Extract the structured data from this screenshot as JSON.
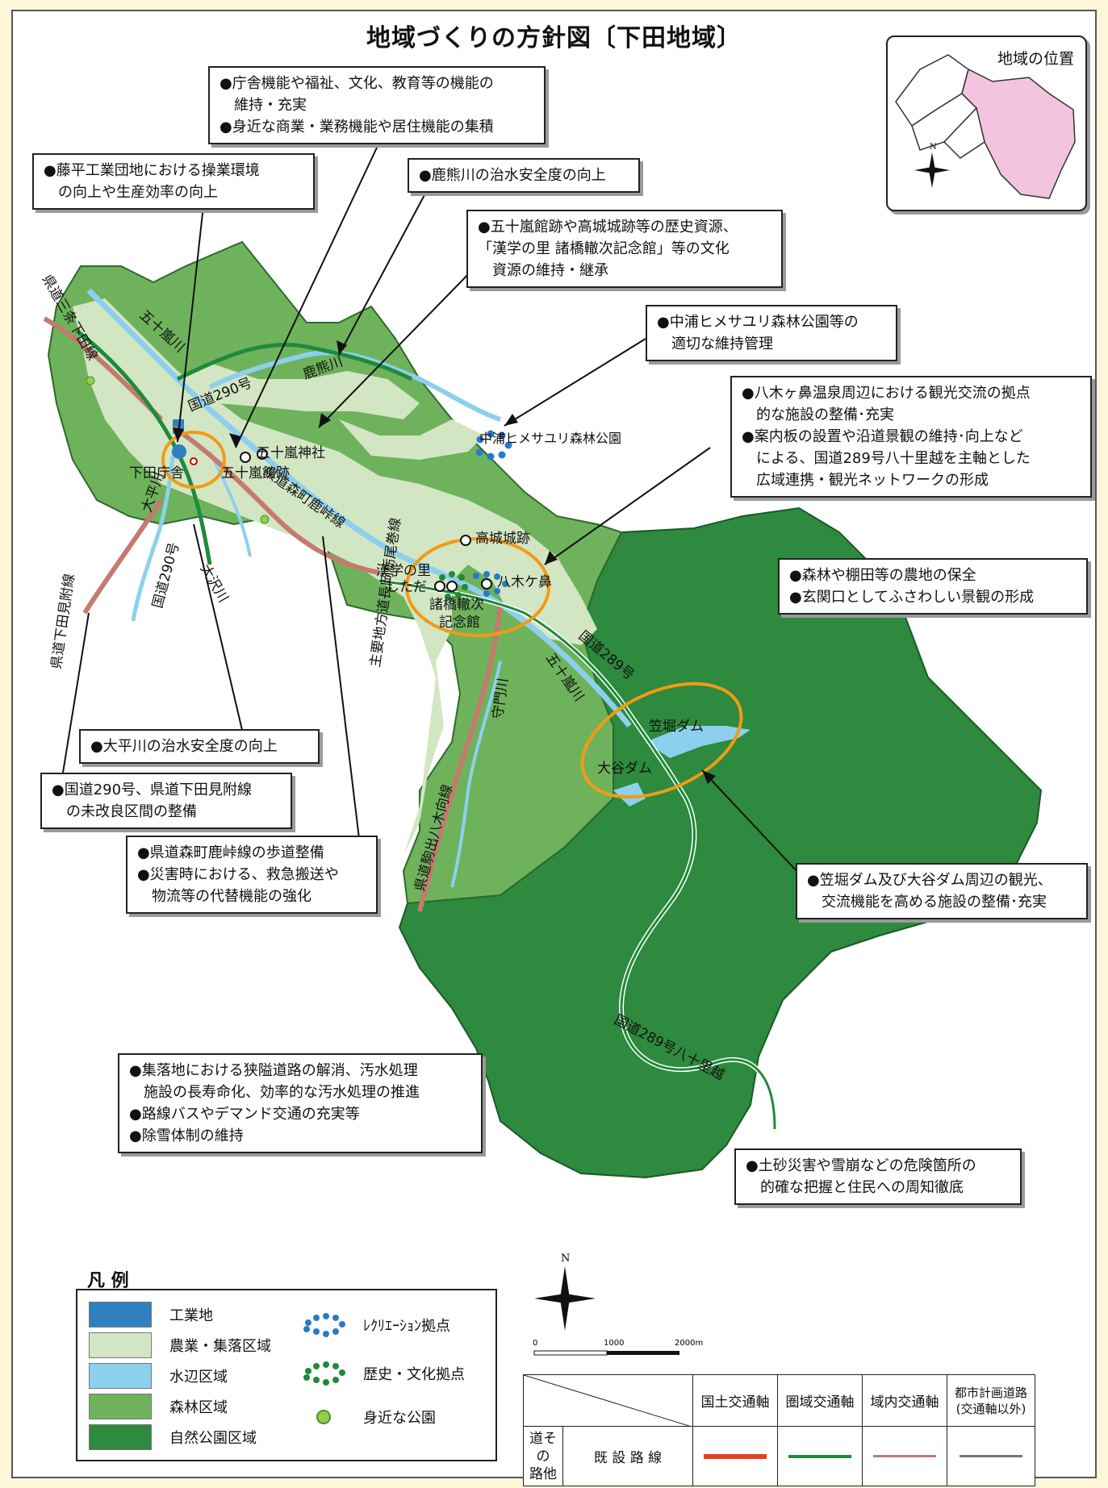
{
  "title": "地域づくりの方針図〔下田地域〕",
  "location_inset": {
    "label": "地域の位置",
    "north_symbol": "N"
  },
  "callouts": [
    {
      "id": "c1",
      "lines": [
        "●庁舎機能や福祉、文化、教育等の機能の",
        "　維持・充実",
        "●身近な商業・業務機能や居住機能の集積"
      ]
    },
    {
      "id": "c2",
      "lines": [
        "●藤平工業団地における操業環境",
        "　の向上や生産効率の向上"
      ]
    },
    {
      "id": "c3",
      "lines": [
        "●鹿熊川の治水安全度の向上"
      ]
    },
    {
      "id": "c4",
      "lines": [
        "●五十嵐館跡や高城城跡等の歴史資源、",
        "「漢学の里 諸橋轍次記念館」等の文化",
        "　資源の維持・継承"
      ]
    },
    {
      "id": "c5",
      "lines": [
        "●中浦ヒメサユリ森林公園等の",
        "　適切な維持管理"
      ]
    },
    {
      "id": "c6",
      "lines": [
        "●八木ヶ鼻温泉周辺における観光交流の拠点",
        "　的な施設の整備･充実",
        "●案内板の設置や沿道景観の維持･向上など",
        "　による、国道289号八十里越を主軸とした",
        "　広域連携・観光ネットワークの形成"
      ]
    },
    {
      "id": "c7",
      "lines": [
        "●森林や棚田等の農地の保全",
        "●玄関口としてふさわしい景観の形成"
      ]
    },
    {
      "id": "c8",
      "lines": [
        "●大平川の治水安全度の向上"
      ]
    },
    {
      "id": "c9",
      "lines": [
        "●国道290号、県道下田見附線",
        "　の未改良区間の整備"
      ]
    },
    {
      "id": "c10",
      "lines": [
        "●県道森町鹿峠線の歩道整備",
        "●災害時における、救急搬送や",
        "　物流等の代替機能の強化"
      ]
    },
    {
      "id": "c11",
      "lines": [
        "●笠堀ダム及び大谷ダム周辺の観光、",
        "　交流機能を高める施設の整備･充実"
      ]
    },
    {
      "id": "c12",
      "lines": [
        "●集落地における狭隘道路の解消、汚水処理",
        "　施設の長寿命化、効率的な汚水処理の推進",
        "●路線バスやデマンド交通の充実等",
        "●除雪体制の維持"
      ]
    },
    {
      "id": "c13",
      "lines": [
        "●土砂災害や雪崩などの危険箇所の",
        "　的確な把握と住民への周知徹底"
      ]
    }
  ],
  "map_labels": {
    "road_sanjo": "県道三条下田線",
    "road_290": "国道290号",
    "road_290b": "国道290号",
    "river_igarashi": "五十嵐川",
    "river_igarashi2": "五十嵐川",
    "river_kaguma": "鹿熊川",
    "river_ohira": "大平川",
    "river_osawa": "大沢川",
    "river_moriuchi": "守門川",
    "road_mitsuke": "県道下田見附線",
    "road_morimachi": "県道森町鹿峠線",
    "road_nagaoka": "主要地方道長岡栃尾巻線",
    "road_yagi": "県道駒出八木向線",
    "road_289": "国道289号",
    "road_289b": "国道289号八十里越",
    "shimoda_office": "下田庁舎",
    "igarashi_shrine": "五十嵐神社",
    "igarashi_ruins": "五十嵐館跡",
    "nakaura_park": "中浦ヒメサユリ森林公園",
    "takashiro": "高城城跡",
    "kangaku": "漢学の里しただ",
    "kangaku1": "漢学の里",
    "kangaku2": "しただ",
    "morohashi1": "諸橋轍次",
    "morohashi2": "記念館",
    "yagigahana": "八木ケ鼻",
    "kasabori_dam": "笠堀ダム",
    "otani_dam": "大谷ダム"
  },
  "legend": {
    "title": "凡 例",
    "areas": [
      {
        "label": "工業地",
        "color": "#2f80bf"
      },
      {
        "label": "農業・集落区域",
        "color": "#d3e6c3"
      },
      {
        "label": "水辺区域",
        "color": "#8dd0ee"
      },
      {
        "label": "森林区域",
        "color": "#6eb35c"
      },
      {
        "label": "自然公園区域",
        "color": "#2d8a3e"
      }
    ],
    "points": [
      {
        "label": "ﾚｸﾘｴｰｼｮﾝ拠点",
        "color": "#2a7ac5"
      },
      {
        "label": "歴史・文化拠点",
        "color": "#1f8a3a"
      },
      {
        "label": "身近な公園",
        "color": "#8fcf4a"
      }
    ]
  },
  "scale": {
    "north": "N",
    "ticks": [
      "0",
      "1000",
      "2000m"
    ]
  },
  "road_table": {
    "row_label": "道その他路",
    "row_label_lines": [
      "道そ",
      "の",
      "路他"
    ],
    "existing_label": "既 設 路 線",
    "columns": [
      {
        "label": "国土交通軸",
        "color": "#e8401f"
      },
      {
        "label": "圏域交通軸",
        "color": "#1f8a3a"
      },
      {
        "label": "域内交通軸",
        "color": "#c47a6e"
      },
      {
        "label": "都市計画道路(交通軸以外)",
        "label_lines": [
          "都市計画道路",
          "(交通軸以外)"
        ],
        "color": "#777777"
      }
    ]
  }
}
